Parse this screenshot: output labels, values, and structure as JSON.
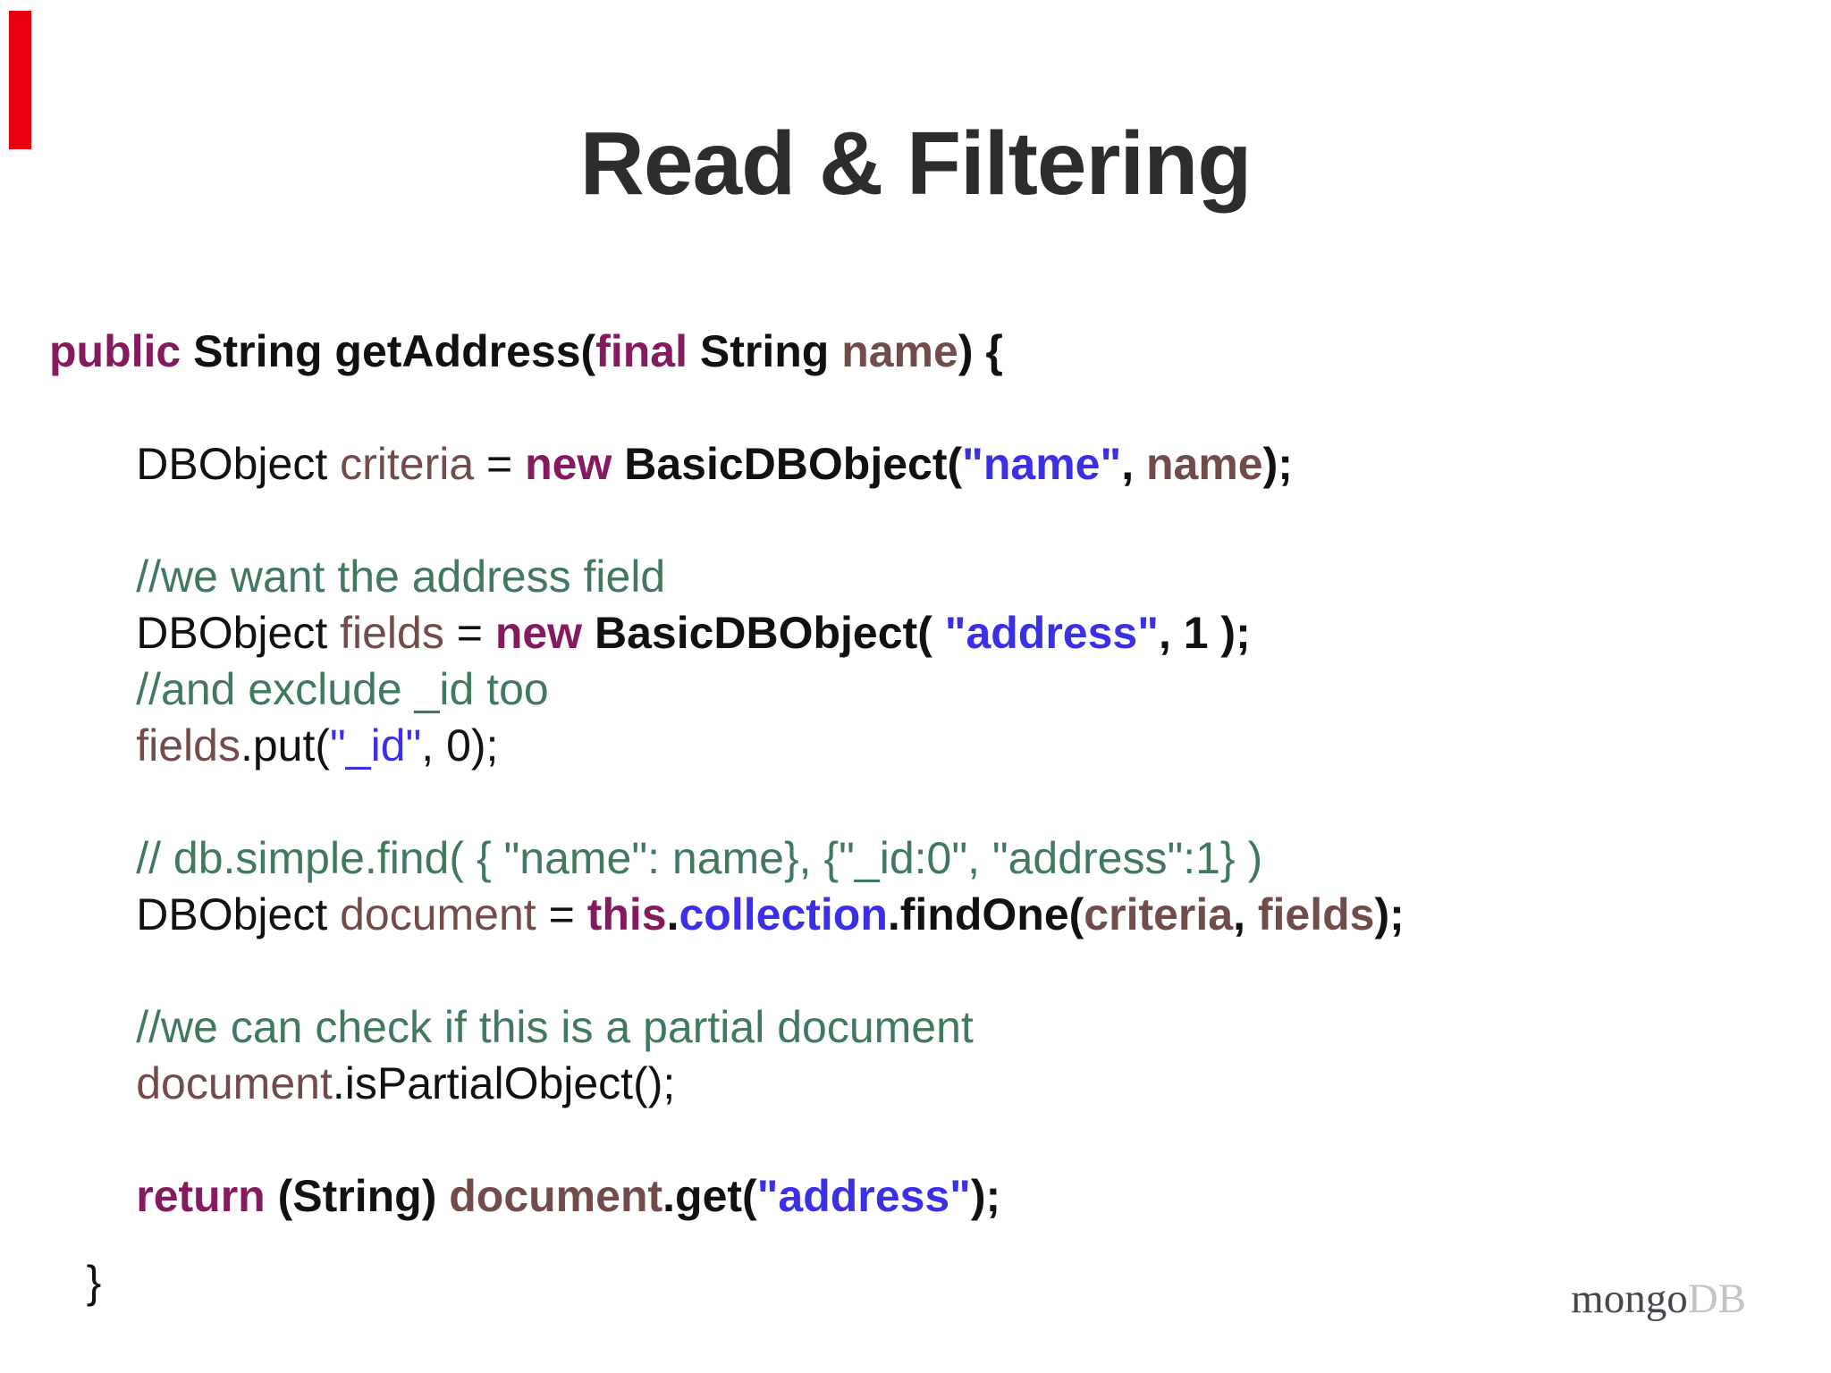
{
  "slide": {
    "title": "Read & Filtering",
    "accent_bar_color": "#e9000f"
  },
  "logo": {
    "mongo": "mongo",
    "db": "DB",
    "mongo_color": "#46464e",
    "db_color": "#c4c4c8"
  },
  "colors": {
    "plain": "#111111",
    "keyword": "#861a5e",
    "string": "#3b30e8",
    "variable": "#714c4b",
    "comment": "#41795e"
  },
  "code": {
    "lines": [
      {
        "segments": [
          {
            "t": "public",
            "c": "keyword",
            "b": true
          },
          {
            "t": " String getAddress(",
            "c": "plain",
            "b": true
          },
          {
            "t": "final",
            "c": "keyword",
            "b": true
          },
          {
            "t": " String ",
            "c": "plain",
            "b": true
          },
          {
            "t": "name",
            "c": "variable",
            "b": true
          },
          {
            "t": ") {",
            "c": "plain",
            "b": true
          }
        ]
      },
      {
        "segments": []
      },
      {
        "segments": [
          {
            "t": "       DBObject ",
            "c": "plain"
          },
          {
            "t": "criteria",
            "c": "variable"
          },
          {
            "t": " = ",
            "c": "plain"
          },
          {
            "t": "new",
            "c": "keyword",
            "b": true
          },
          {
            "t": " BasicDBObject(",
            "c": "plain",
            "b": true
          },
          {
            "t": "\"name\"",
            "c": "string",
            "b": true
          },
          {
            "t": ", ",
            "c": "plain",
            "b": true
          },
          {
            "t": "name",
            "c": "variable",
            "b": true
          },
          {
            "t": ");",
            "c": "plain",
            "b": true
          }
        ]
      },
      {
        "segments": []
      },
      {
        "segments": [
          {
            "t": "       //we want the address field",
            "c": "comment"
          }
        ]
      },
      {
        "segments": [
          {
            "t": "       DBObject ",
            "c": "plain"
          },
          {
            "t": "fields",
            "c": "variable"
          },
          {
            "t": " = ",
            "c": "plain"
          },
          {
            "t": "new",
            "c": "keyword",
            "b": true
          },
          {
            "t": " BasicDBObject( ",
            "c": "plain",
            "b": true
          },
          {
            "t": "\"address\"",
            "c": "string",
            "b": true
          },
          {
            "t": ", 1 );",
            "c": "plain",
            "b": true
          }
        ]
      },
      {
        "segments": [
          {
            "t": "       //and exclude _id too",
            "c": "comment"
          }
        ]
      },
      {
        "segments": [
          {
            "t": "       ",
            "c": "plain"
          },
          {
            "t": "fields",
            "c": "variable"
          },
          {
            "t": ".put(",
            "c": "plain"
          },
          {
            "t": "\"_id\"",
            "c": "string"
          },
          {
            "t": ", 0);",
            "c": "plain"
          }
        ]
      },
      {
        "segments": []
      },
      {
        "segments": [
          {
            "t": "       // db.simple.find( { \"name\": name}, {\"_id:0\", \"address\":1} )",
            "c": "comment"
          }
        ]
      },
      {
        "segments": [
          {
            "t": "       DBObject ",
            "c": "plain"
          },
          {
            "t": "document",
            "c": "variable"
          },
          {
            "t": " = ",
            "c": "plain"
          },
          {
            "t": "this",
            "c": "keyword",
            "b": true
          },
          {
            "t": ".",
            "c": "plain",
            "b": true
          },
          {
            "t": "collection",
            "c": "string",
            "b": true
          },
          {
            "t": ".findOne(",
            "c": "plain",
            "b": true
          },
          {
            "t": "criteria",
            "c": "variable",
            "b": true
          },
          {
            "t": ", ",
            "c": "plain",
            "b": true
          },
          {
            "t": "fields",
            "c": "variable",
            "b": true
          },
          {
            "t": ");",
            "c": "plain",
            "b": true
          }
        ]
      },
      {
        "segments": []
      },
      {
        "segments": [
          {
            "t": "       //we can check if this is a partial document",
            "c": "comment"
          }
        ]
      },
      {
        "segments": [
          {
            "t": "       ",
            "c": "plain"
          },
          {
            "t": "document",
            "c": "variable"
          },
          {
            "t": ".isPartialObject();",
            "c": "plain"
          }
        ]
      },
      {
        "segments": []
      },
      {
        "segments": [
          {
            "t": "       ",
            "c": "plain"
          },
          {
            "t": "return",
            "c": "keyword",
            "b": true
          },
          {
            "t": " (String) ",
            "c": "plain",
            "b": true
          },
          {
            "t": "document",
            "c": "variable",
            "b": true
          },
          {
            "t": ".get(",
            "c": "plain",
            "b": true
          },
          {
            "t": "\"address\"",
            "c": "string",
            "b": true
          },
          {
            "t": ");",
            "c": "plain",
            "b": true
          }
        ]
      },
      {
        "segments": []
      },
      {
        "segments": [
          {
            "t": "   }",
            "c": "plain"
          }
        ]
      }
    ]
  }
}
